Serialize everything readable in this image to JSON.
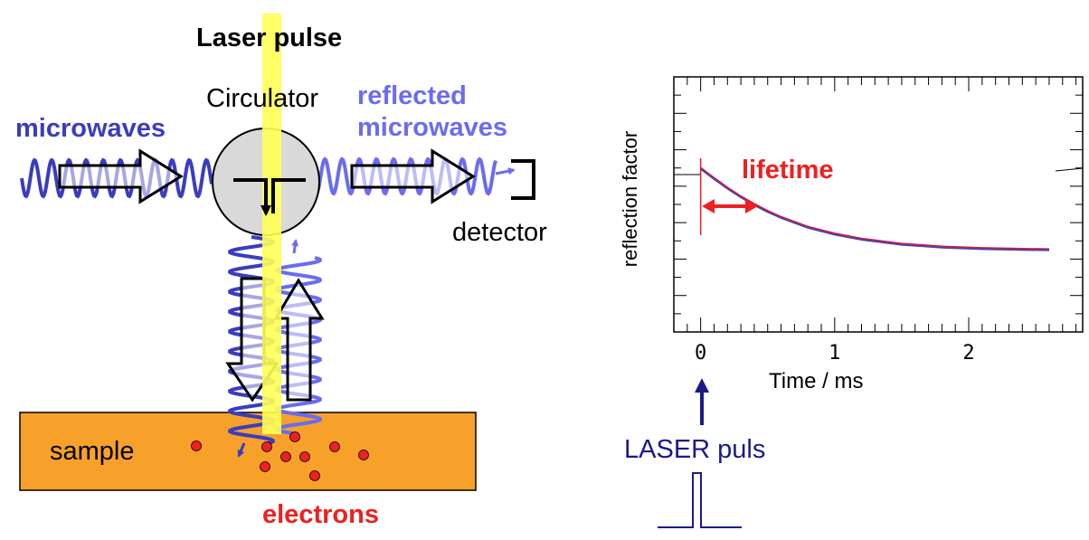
{
  "labels": {
    "laser_pulse": "Laser pulse",
    "circulator": "Circulator",
    "reflected_line1": "reflected",
    "reflected_line2": "microwaves",
    "microwaves": "microwaves",
    "detector": "detector",
    "sample": "sample",
    "electrons": "electrons",
    "lifetime": "lifetime",
    "laser_puls": "LASER puls"
  },
  "chart_data": {
    "type": "line",
    "title": "",
    "xlabel": "Time / ms",
    "ylabel": "reflection factor",
    "xlim": [
      -0.2,
      2.85
    ],
    "ylim": [
      0.0,
      1.0
    ],
    "xticks": [
      0,
      1,
      2
    ],
    "xtick_labels": [
      "0",
      "1",
      "2"
    ],
    "series": [
      {
        "color": "#cc1a4a",
        "x": [
          0,
          0.05,
          0.1,
          0.2,
          0.3,
          0.4,
          0.5,
          0.6,
          0.8,
          1.0,
          1.2,
          1.5,
          1.8,
          2.1,
          2.4,
          2.6
        ],
        "y": [
          0.645,
          0.625,
          0.605,
          0.567,
          0.533,
          0.503,
          0.476,
          0.452,
          0.414,
          0.387,
          0.367,
          0.347,
          0.336,
          0.33,
          0.327,
          0.326
        ]
      }
    ],
    "annotations": [
      "lifetime"
    ]
  },
  "colors": {
    "laser": "#ffff55",
    "microwave_in": "#3a3dbf",
    "microwave_reflected": "#6a6cf0",
    "sample": "#f7a12a",
    "electron": "#ee2020",
    "pulse": "#1a1a8a"
  }
}
